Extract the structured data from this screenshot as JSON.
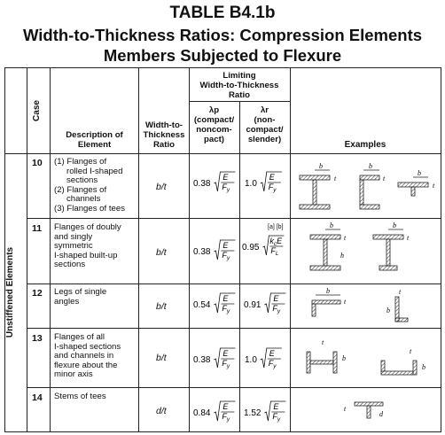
{
  "table": {
    "title": "TABLE B4.1b",
    "subtitle_line1": "Width-to-Thickness Ratios: Compression Elements",
    "subtitle_line2": "Members Subjected to Flexure"
  },
  "headers": {
    "case": "Case",
    "description_line1": "Description of",
    "description_line2": "Element",
    "ratio_line1": "Width-to-",
    "ratio_line2": "Thickness",
    "ratio_line3": "Ratio",
    "limiting_line1": "Limiting",
    "limiting_line2": "Width-to-Thickness",
    "limiting_line3": "Ratio",
    "lambda_p_symbol": "λp",
    "lambda_p_line1": "(compact/",
    "lambda_p_line2": "noncom-",
    "lambda_p_line3": "pact)",
    "lambda_r_symbol": "λr",
    "lambda_r_line1": "(non-",
    "lambda_r_line2": "compact/",
    "lambda_r_line3": "slender)",
    "examples": "Examples"
  },
  "group_label": "Unstiffened Elements",
  "rows": [
    {
      "case": "10",
      "description": [
        "(1) Flanges of",
        "rolled I-shaped",
        "sections",
        "(2) Flanges of",
        "channels",
        "(3) Flanges of tees"
      ],
      "ratio": "b/t",
      "lambda_p": {
        "coef": "0.38",
        "num": "E",
        "den": "Fy"
      },
      "lambda_r": {
        "coef": "1.0",
        "num": "E",
        "den": "Fy"
      }
    },
    {
      "case": "11",
      "description": [
        "Flanges of doubly",
        "and singly",
        "symmetric",
        "I-shaped built-up",
        "sections"
      ],
      "ratio": "b/t",
      "lambda_p": {
        "coef": "0.38",
        "num": "E",
        "den": "Fy"
      },
      "lambda_r": {
        "coef": "0.95",
        "num": "kcE",
        "den": "FL",
        "note": "[a] [b]"
      }
    },
    {
      "case": "12",
      "description": [
        "Legs of single",
        "angles"
      ],
      "ratio": "b/t",
      "lambda_p": {
        "coef": "0.54",
        "num": "E",
        "den": "Fy"
      },
      "lambda_r": {
        "coef": "0.91",
        "num": "E",
        "den": "Fy"
      }
    },
    {
      "case": "13",
      "description": [
        "Flanges of all",
        "I-shaped sections",
        "and channels in",
        "flexure about the",
        "minor axis"
      ],
      "ratio": "b/t",
      "lambda_p": {
        "coef": "0.38",
        "num": "E",
        "den": "Fy"
      },
      "lambda_r": {
        "coef": "1.0",
        "num": "E",
        "den": "Fy"
      }
    },
    {
      "case": "14",
      "description": [
        "Stems of tees"
      ],
      "ratio": "d/t",
      "lambda_p": {
        "coef": "0.84",
        "num": "E",
        "den": "Fy"
      },
      "lambda_r": {
        "coef": "1.52",
        "num": "E",
        "den": "Fy"
      }
    }
  ],
  "example_labels": {
    "b": "b",
    "t": "t",
    "h": "h",
    "d": "d"
  }
}
